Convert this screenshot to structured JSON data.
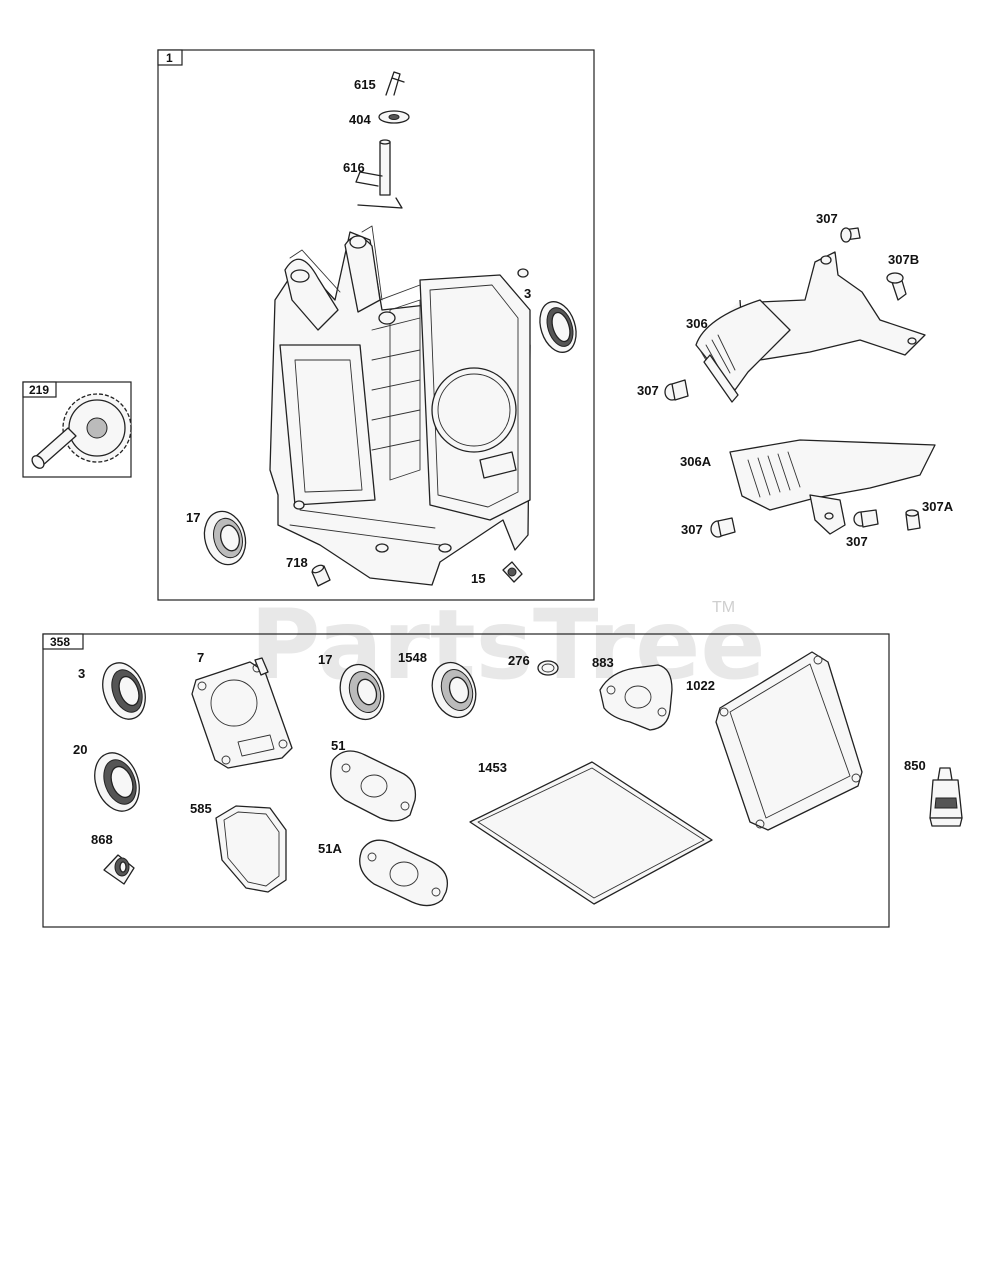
{
  "watermark": {
    "text": "PartsTree",
    "trademark": "TM"
  },
  "assemblies": {
    "engine_block": {
      "tag": "1"
    },
    "governor_gear": {
      "tag": "219"
    },
    "gasket_set": {
      "tag": "358"
    }
  },
  "callouts": {
    "c615": "615",
    "c404": "404",
    "c616": "616",
    "c3a": "3",
    "c17a": "17",
    "c718": "718",
    "c15": "15",
    "c307_top": "307",
    "c307B": "307B",
    "c306": "306",
    "c307_left": "307",
    "c306A": "306A",
    "c307_low": "307",
    "c307_low2": "307",
    "c307A": "307A",
    "c3b": "3",
    "c7": "7",
    "c17b": "17",
    "c1548": "1548",
    "c276": "276",
    "c883": "883",
    "c1022": "1022",
    "c20": "20",
    "c51": "51",
    "c1453": "1453",
    "c585": "585",
    "c868": "868",
    "c51A": "51A",
    "c850": "850"
  }
}
